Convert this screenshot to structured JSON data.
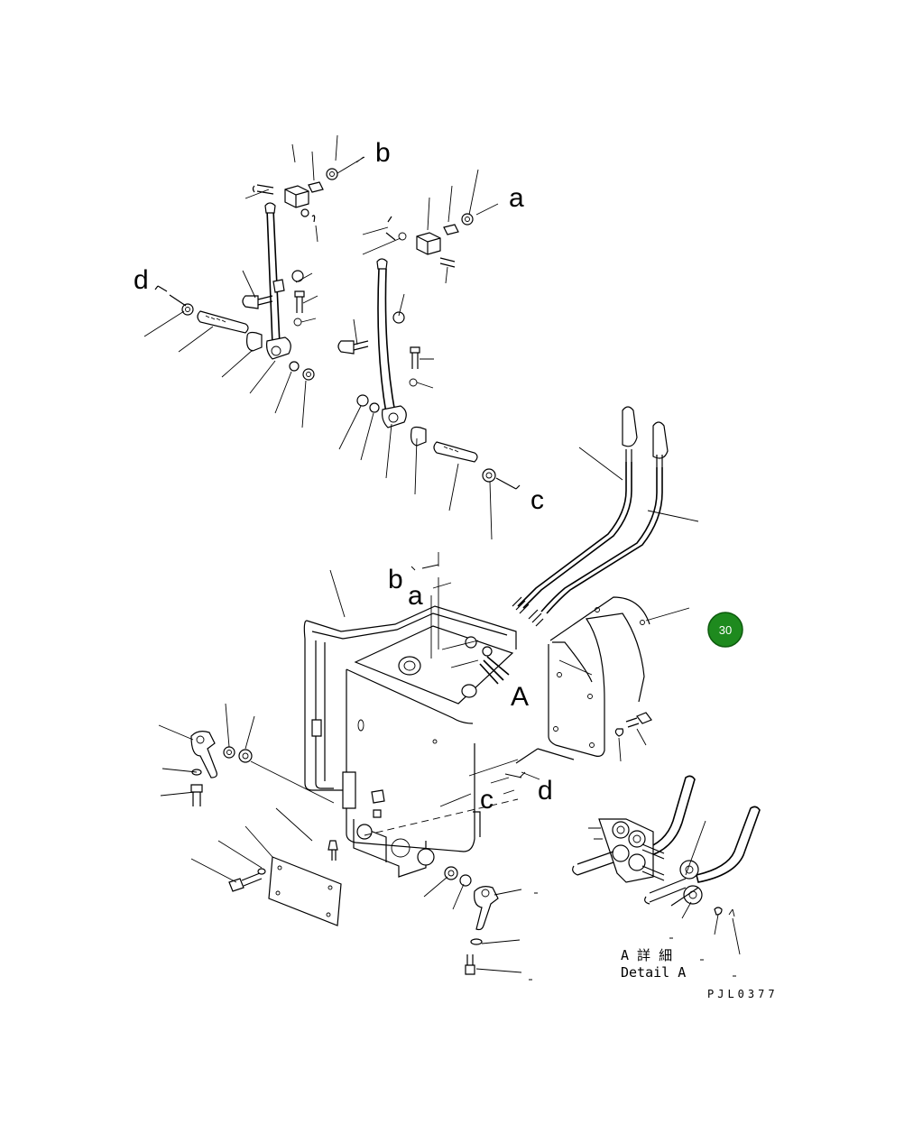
{
  "callouts": {
    "b_top": "b",
    "a_top": "a",
    "d_left": "d",
    "c_mid": "c",
    "b_mid": "b",
    "a_mid": "a",
    "A_mid": "A",
    "c_low": "c",
    "d_low": "d"
  },
  "detail_label": {
    "jp": "A 詳 細",
    "en": "Detail A"
  },
  "drawing_code": "PJL0377",
  "page_badge": {
    "number": "30",
    "color": "#1e8a1e"
  }
}
